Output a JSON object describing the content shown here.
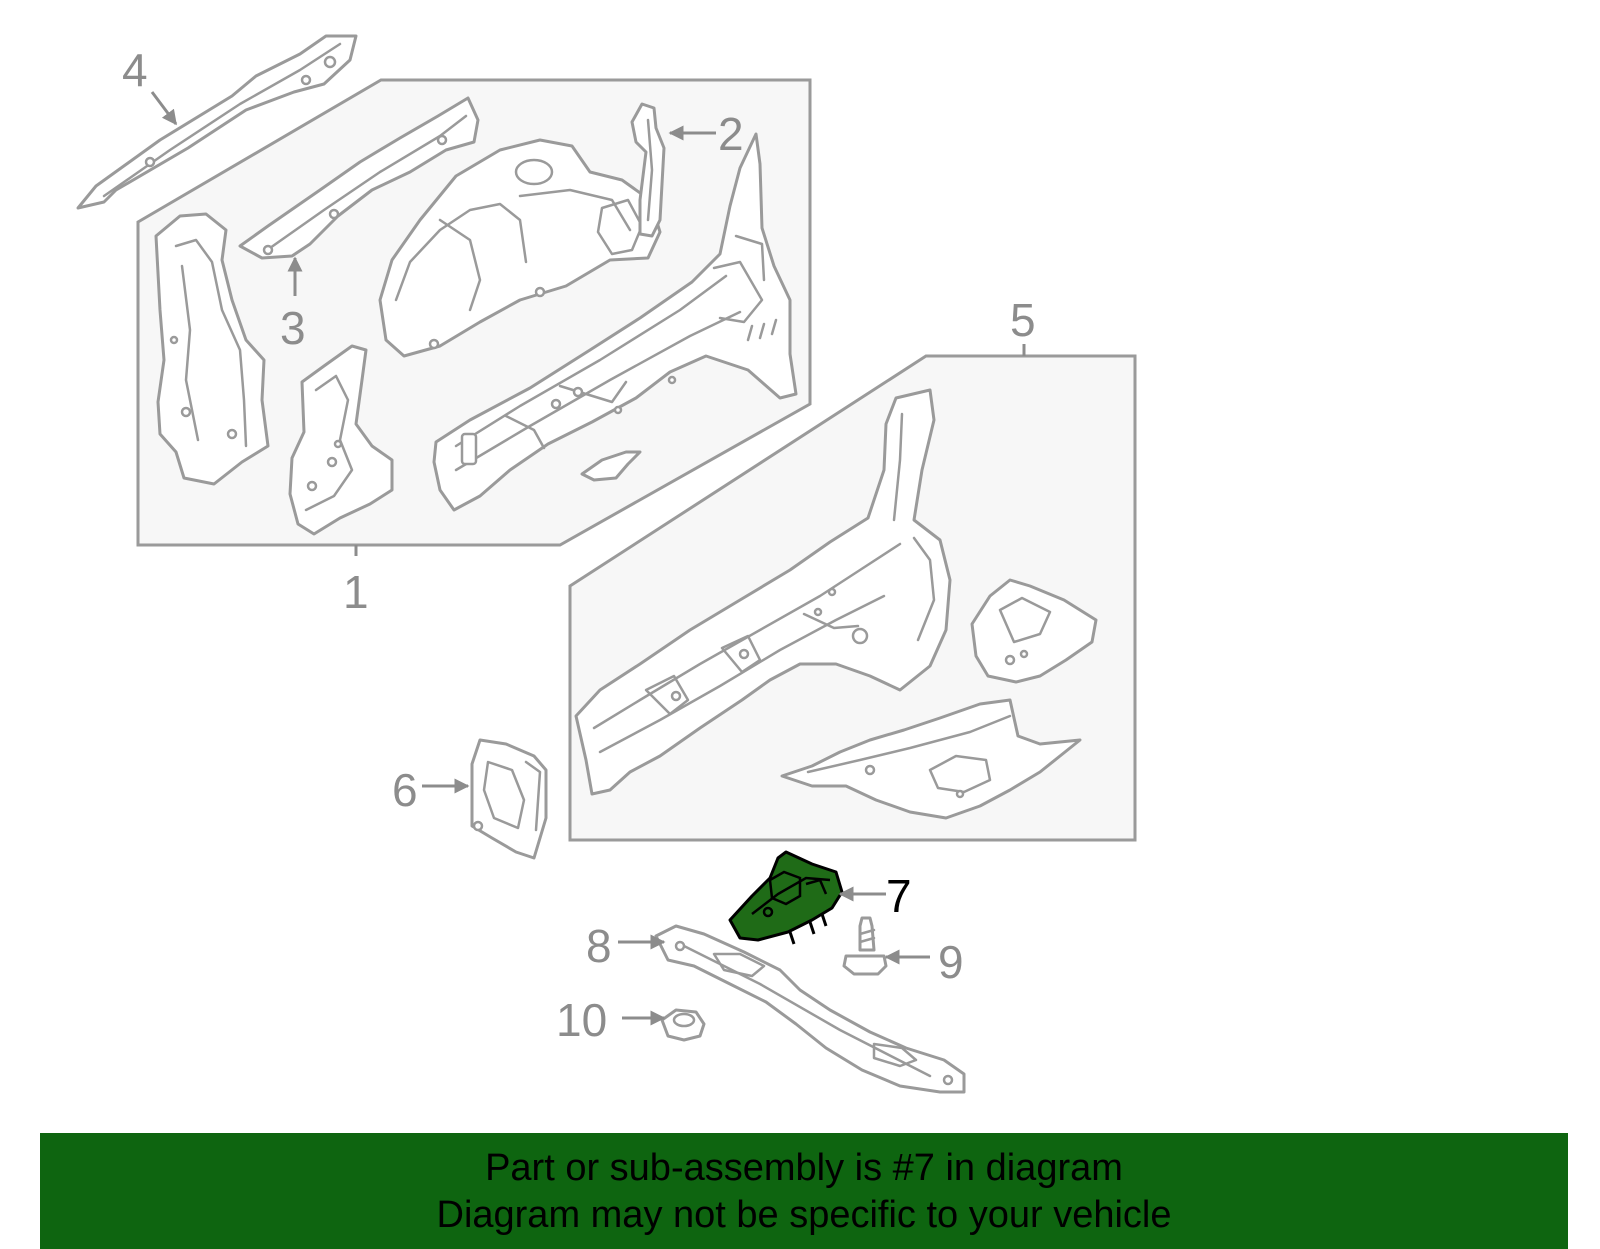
{
  "callouts": {
    "c1": "1",
    "c2": "2",
    "c3": "3",
    "c4": "4",
    "c5": "5",
    "c6": "6",
    "c7": "7",
    "c8": "8",
    "c9": "9",
    "c10": "10"
  },
  "highlight": {
    "part": "7",
    "color": "#1f6b17"
  },
  "banner": {
    "line1": "Part or sub-assembly is #7 in diagram",
    "line2": "Diagram may not be specific to your vehicle",
    "background": "#0e6510"
  }
}
